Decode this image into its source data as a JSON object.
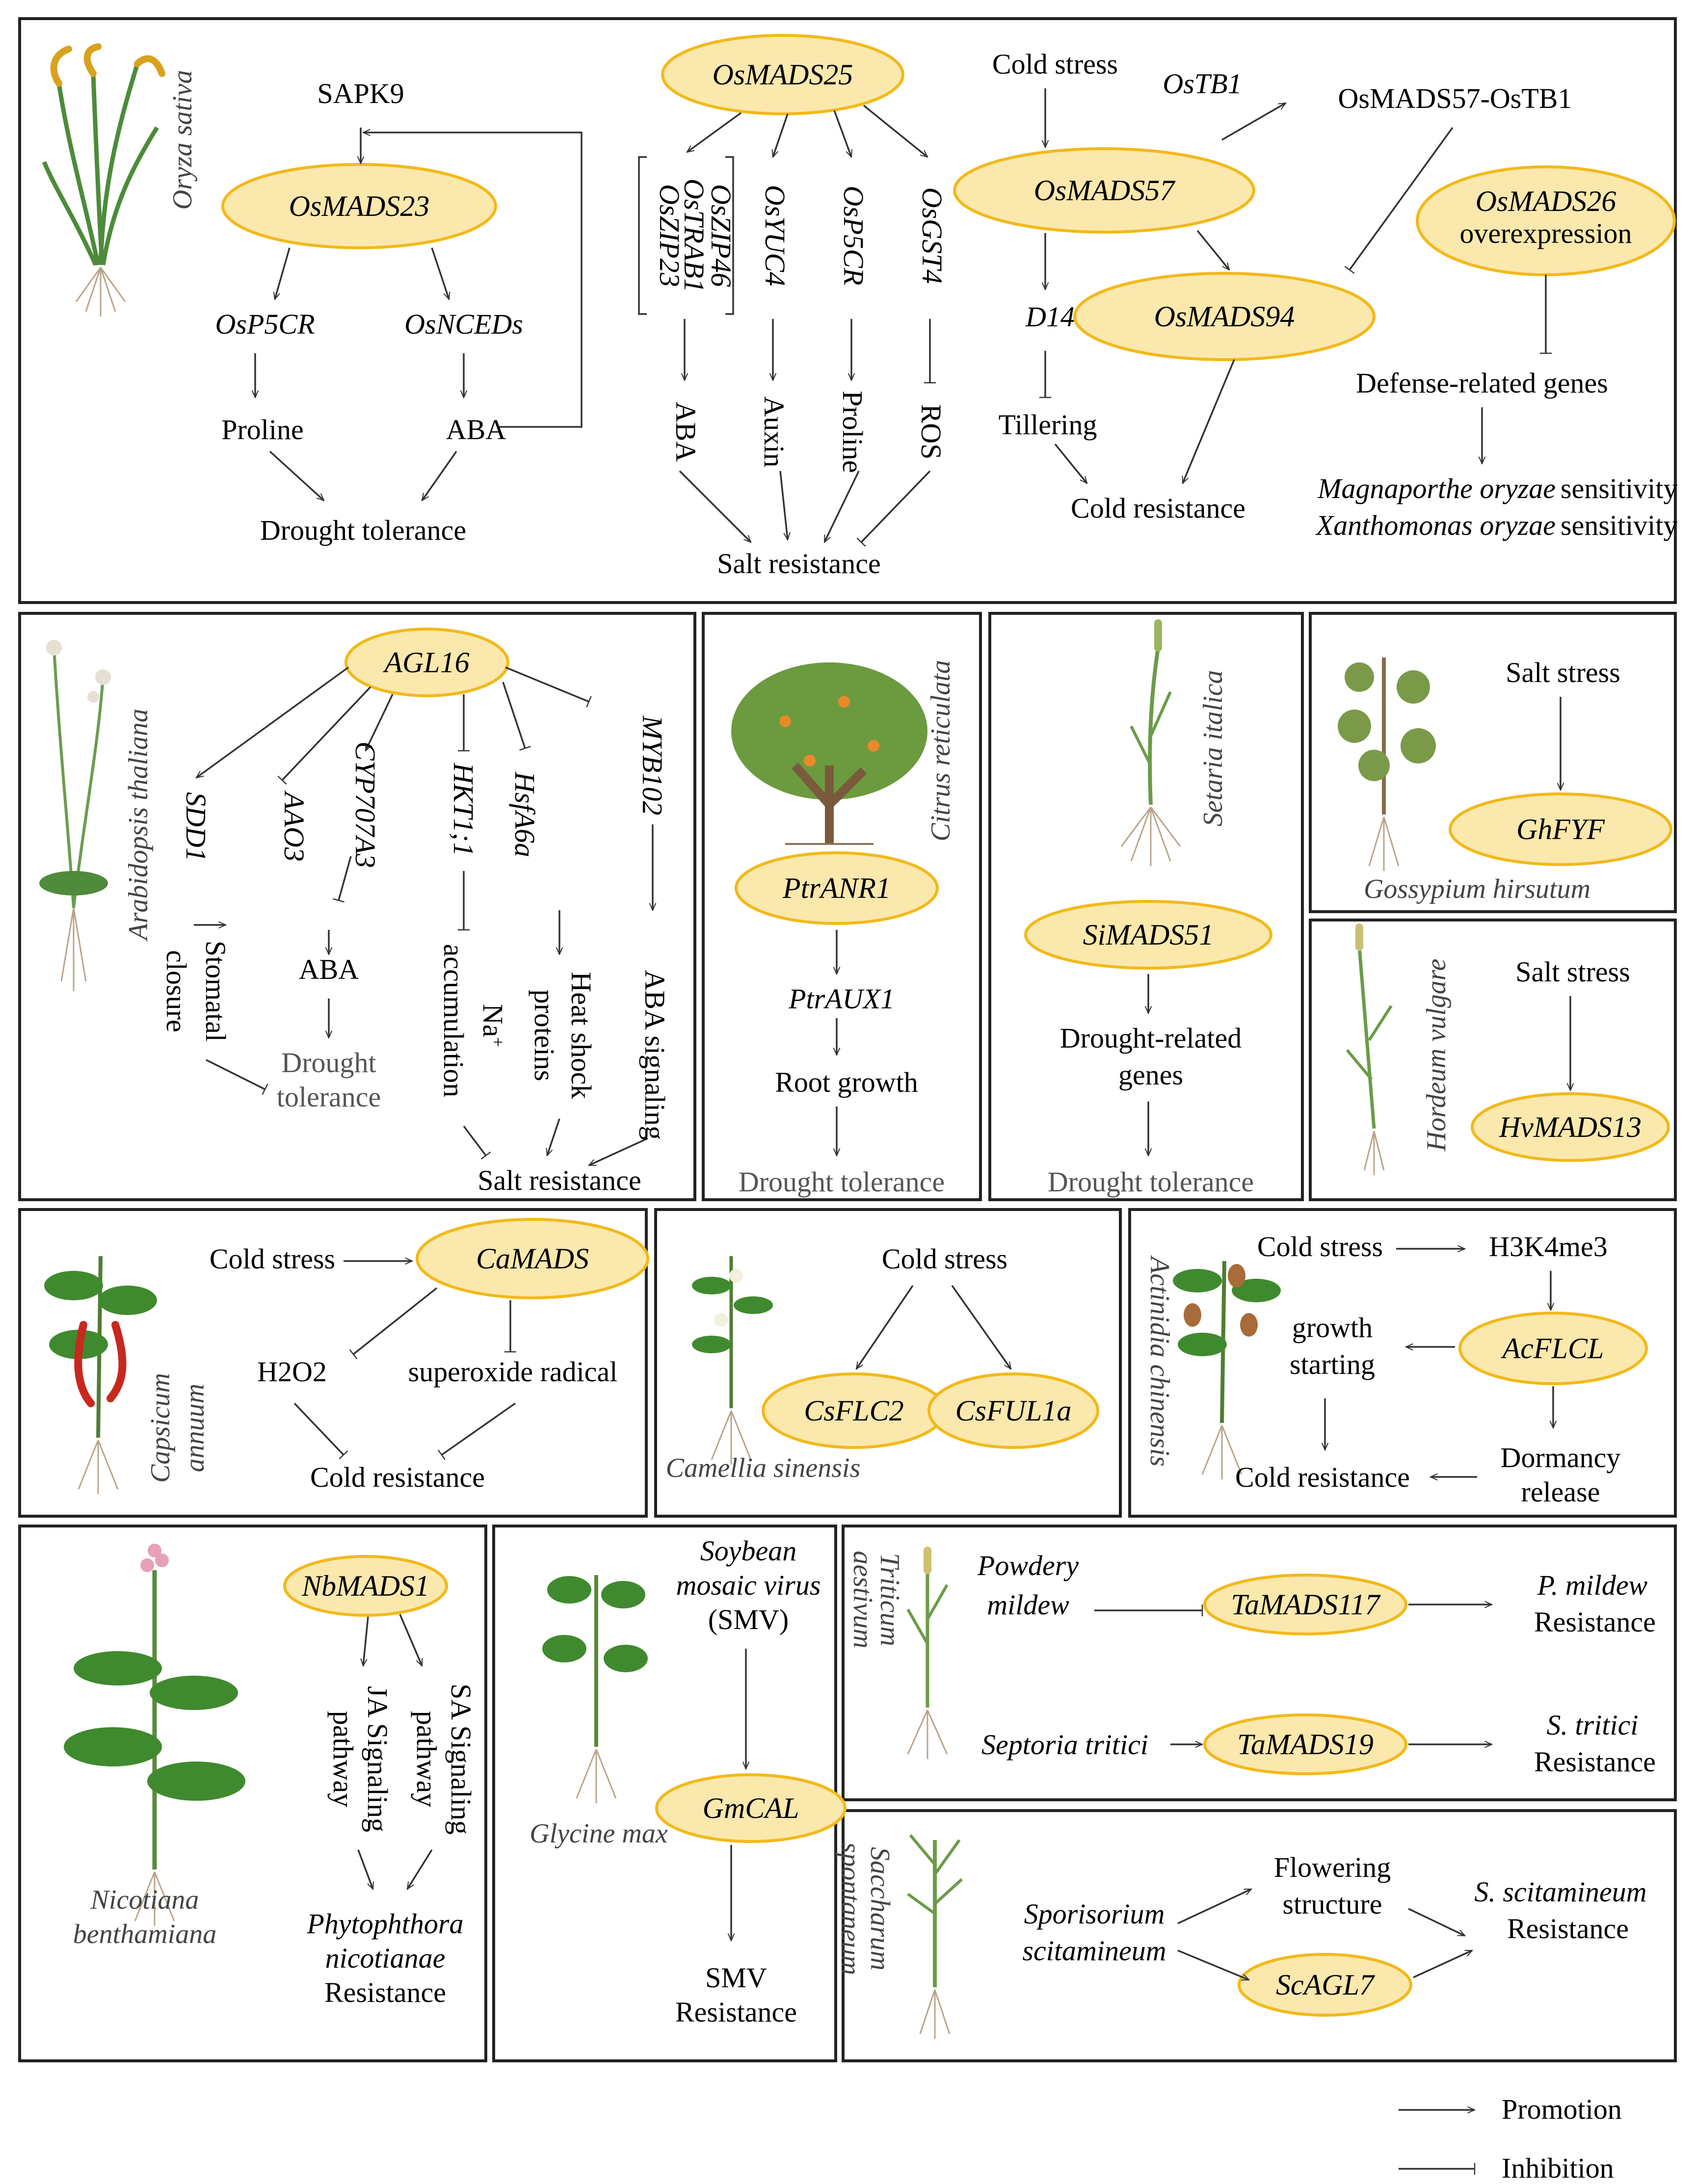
{
  "rice": {
    "species": "Oryza sativa",
    "sapk9": "SAPK9",
    "osmads23": "OsMADS23",
    "osp5cr": "OsP5CR",
    "osnceds": "OsNCEDs",
    "proline": "Proline",
    "aba": "ABA",
    "drought": "Drought tolerance",
    "osmads25": "OsMADS25",
    "oszip23": "OsZIP23",
    "ostrab1": "OsTRAB1",
    "oszip46": "OsZIP46",
    "osyuc4": "OsYUC4",
    "osp5cr2": "OsP5CR",
    "osgst4": "OsGST4",
    "aba2": "ABA",
    "auxin": "Auxin",
    "proline2": "Proline",
    "ros": "ROS",
    "salt": "Salt resistance",
    "cold_stress": "Cold stress",
    "ostb1": "OsTB1",
    "complex": "OsMADS57-OsTB1",
    "osmads57": "OsMADS57",
    "d14": "D14",
    "tillering": "Tillering",
    "cold_res": "Cold resistance",
    "osmads94": "OsMADS94",
    "osmads26": "OsMADS26",
    "overexpression": "overexpression",
    "defense": "Defense-related genes",
    "magna_1": "Magnaporthe oryzae",
    "magna_2": "sensitivity",
    "xantho_1": "Xanthomonas oryzae",
    "xantho_2": "sensitivity"
  },
  "arabidopsis": {
    "species": "Arabidopsis thaliana",
    "agl16": "AGL16",
    "sdd1": "SDD1",
    "aao3": "AAO3",
    "cyp707a3": "CYP707A3",
    "hkt11": "HKT1;1",
    "hsfa6a": "HsfA6a",
    "myb102": "MYB102",
    "stomatal": "Stomatal",
    "closure": "closure",
    "aba": "ABA",
    "drought_1": "Drought",
    "drought_2": "tolerance",
    "accumulation": "accumulation",
    "na": "Na",
    "heat": "Heat shock",
    "proteins": "proteins",
    "aba_signaling": "ABA signaling",
    "salt": "Salt resistance"
  },
  "citrus": {
    "species": "Citrus reticulata",
    "gene": "PtrANR1",
    "aux": "PtrAUX1",
    "root": "Root growth",
    "drought": "Drought tolerance"
  },
  "setaria": {
    "species": "Setaria italica",
    "gene": "SiMADS51",
    "genes_1": "Drought-related",
    "genes_2": "genes",
    "drought": "Drought tolerance"
  },
  "cotton": {
    "species": "Gossypium hirsutum",
    "stress": "Salt stress",
    "gene": "GhFYF"
  },
  "barley": {
    "species": "Hordeum vulgare",
    "stress": "Salt stress",
    "gene": "HvMADS13"
  },
  "pepper": {
    "species_1": "Capsicum",
    "species_2": "annuum",
    "stress": "Cold stress",
    "gene": "CaMADS",
    "h2o2": "H2O2",
    "superoxide": "superoxide radical",
    "res": "Cold resistance"
  },
  "tea": {
    "species": "Camellia sinensis",
    "stress": "Cold stress",
    "flc": "CsFLC2",
    "ful": "CsFUL1a"
  },
  "kiwi": {
    "species": "Actinidia chinensis",
    "stress": "Cold stress",
    "mark": "H3K4me3",
    "gene": "AcFLCL",
    "growth_1": "growth",
    "growth_2": "starting",
    "dormancy_1": "Dormancy",
    "dormancy_2": "release",
    "res": "Cold resistance"
  },
  "tobacco": {
    "species_1": "Nicotiana",
    "species_2": "benthamiana",
    "gene": "NbMADS1",
    "ja_1": "JA Signaling",
    "ja_2": "pathway",
    "sa_1": "SA Signaling",
    "sa_2": "pathway",
    "phyto_1": "Phytophthora",
    "phyto_2": "nicotianae",
    "res": "Resistance"
  },
  "soybean": {
    "species": "Glycine max",
    "virus_1": "Soybean",
    "virus_2": "mosaic virus",
    "virus_3": "(SMV)",
    "gene": "GmCAL",
    "res_1": "SMV",
    "res_2": "Resistance"
  },
  "wheat": {
    "species_1": "Triticum",
    "species_2": "aestivum",
    "pm_1": "Powdery",
    "pm_2": "mildew",
    "gene1": "TaMADS117",
    "res1_1": "P. mildew",
    "res1_2": "Resistance",
    "st": "Septoria tritici",
    "gene2": "TaMADS19",
    "res2_1": "S. tritici",
    "res2_2": "Resistance"
  },
  "sugarcane": {
    "species_1": "Saccharum",
    "species_2": "spontaneum",
    "path_1": "Sporisorium",
    "path_2": "scitamineum",
    "flower_1": "Flowering",
    "flower_2": "structure",
    "gene": "ScAGL7",
    "res_1": "S. scitamineum",
    "res_2": "Resistance"
  },
  "legend": {
    "promotion": "Promotion",
    "inhibition": "Inhibition"
  },
  "colors": {
    "ellipse_fill": "#fbe8ad",
    "ellipse_stroke": "#f2b91a",
    "line": "#333333"
  }
}
